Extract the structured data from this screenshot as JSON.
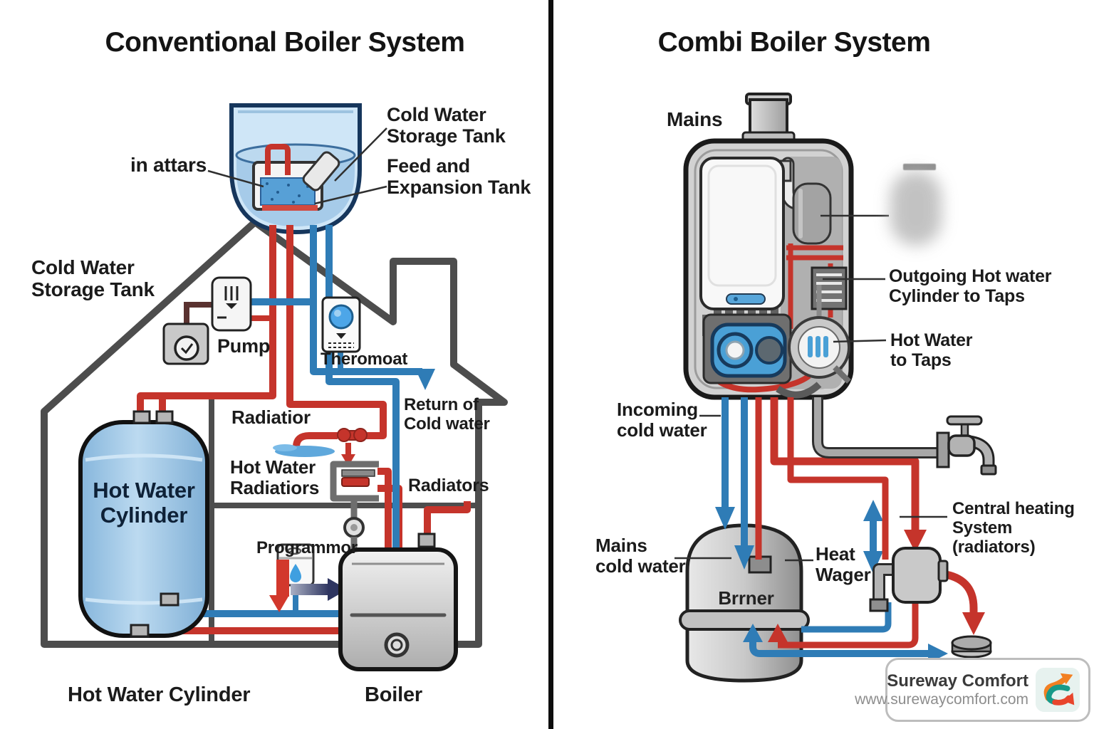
{
  "left": {
    "title": "Conventional Boiler System",
    "labels": {
      "cwst_top": "Cold Water\nStorage Tank",
      "feed_expansion": "Feed and\nExpansion Tank",
      "in_attars": "in attars",
      "cwst_left": "Cold Water\nStorage Tank",
      "pump": "Pump",
      "thermostat": "Theromoat",
      "radiator": "Radiatior",
      "return_cold": "Return of\nCold water",
      "hw_radiators": "Hot Water\nRadiatiors",
      "radiators": "Radiators",
      "cylinder": "Hot Water\nCylinder",
      "programmer": "Programmor",
      "cylinder_bottom": "Hot Water Cylinder",
      "boiler": "Boiler"
    }
  },
  "right": {
    "title": "Combi Boiler System",
    "labels": {
      "mains": "Mains",
      "outgoing": "Outgoing Hot water\nCylinder to Taps",
      "hot_water_taps": "Hot Water\nto Taps",
      "incoming": "Incoming\ncold water",
      "mains_cold": "Mains\ncold water",
      "burner": "Brrner",
      "heat_wager": "Heat\nWager",
      "central_heating": "Central heating\nSystem (radiators)"
    }
  },
  "watermark": {
    "brand": "Sureway Comfort",
    "url": "www.surewaycomfort.com"
  },
  "colors": {
    "hot_pipe": "#c5342b",
    "cold_pipe": "#2f7cb6",
    "house_outline": "#4d4d4d",
    "gray_pipe": "#a8a8a8",
    "divider": "#0d0d0d"
  }
}
